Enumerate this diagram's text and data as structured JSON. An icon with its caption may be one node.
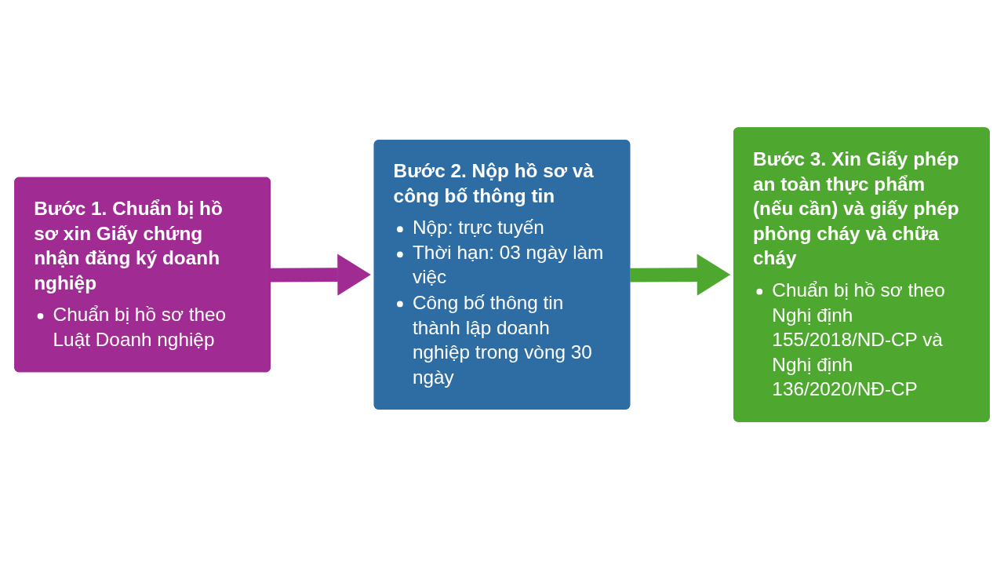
{
  "diagram": {
    "nodes": [
      {
        "text": [
          "Bước 1. Chuẩn bị hồ sơ xin Giấy chứng nhận đăng ký doanh nghiệp",
          "Chuẩn bị hồ sơ theo Luật Doanh nghiệp"
        ]
      },
      {
        "text": [
          "Bước 2. Nộp hồ sơ và công bố thông tin",
          "Nộp: trực tuyến",
          "Thời hạn: 03 ngày làm việc",
          "Công bố thông tin thành lập doanh nghiệp trong vòng 30 ngày"
        ]
      },
      {
        "text": [
          "Bước 3. Xin Giấy phép an toàn thực phẩm (nếu cần) và giấy phép phòng cháy và chữa cháy",
          "Chuẩn bị hồ sơ theo Nghị định 155/2018/ND-CP và Nghị định 136/2020/NĐ-CP"
        ]
      }
    ],
    "edges": [
      {
        "from": 0,
        "to": 1,
        "arrow": "to",
        "color": "#a02b93"
      },
      {
        "from": 1,
        "to": 2,
        "arrow": "to",
        "color": "#4ea72e"
      }
    ]
  }
}
